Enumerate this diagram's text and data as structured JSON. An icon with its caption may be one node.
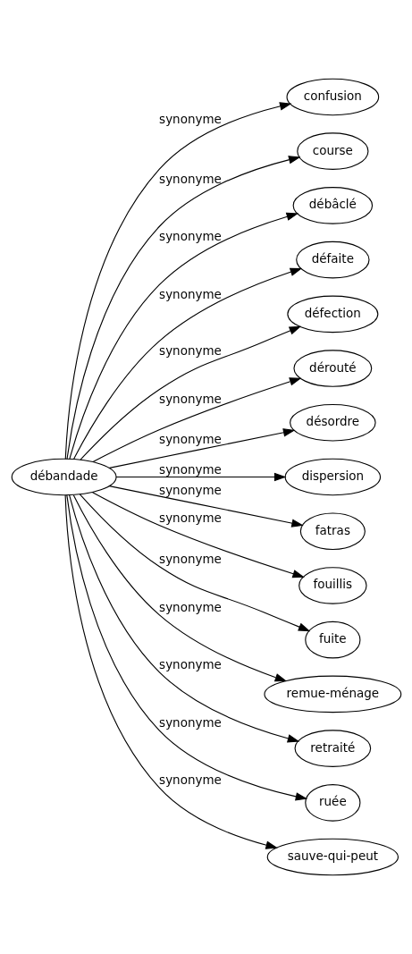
{
  "diagram": {
    "nodes": [
      {
        "text": [
          "débandade"
        ]
      },
      {
        "text": [
          "confusion"
        ]
      },
      {
        "text": [
          "course"
        ]
      },
      {
        "text": [
          "débâclé"
        ]
      },
      {
        "text": [
          "défaite"
        ]
      },
      {
        "text": [
          "défection"
        ]
      },
      {
        "text": [
          "dérouté"
        ]
      },
      {
        "text": [
          "désordre"
        ]
      },
      {
        "text": [
          "dispersion"
        ]
      },
      {
        "text": [
          "fatras"
        ]
      },
      {
        "text": [
          "fouillis"
        ]
      },
      {
        "text": [
          "fuite"
        ]
      },
      {
        "text": [
          "remue-ménage"
        ]
      },
      {
        "text": [
          "retraité"
        ]
      },
      {
        "text": [
          "ruée"
        ]
      },
      {
        "text": [
          "sauve-qui-peut"
        ]
      }
    ],
    "edges": [
      {
        "from": 0,
        "to": 1,
        "arrow": "to",
        "label": "synonyme"
      },
      {
        "from": 0,
        "to": 2,
        "arrow": "to",
        "label": "synonyme"
      },
      {
        "from": 0,
        "to": 3,
        "arrow": "to",
        "label": "synonyme"
      },
      {
        "from": 0,
        "to": 4,
        "arrow": "to",
        "label": "synonyme"
      },
      {
        "from": 0,
        "to": 5,
        "arrow": "to",
        "label": "synonyme"
      },
      {
        "from": 0,
        "to": 6,
        "arrow": "to",
        "label": "synonyme"
      },
      {
        "from": 0,
        "to": 7,
        "arrow": "to",
        "label": "synonyme"
      },
      {
        "from": 0,
        "to": 8,
        "arrow": "to",
        "label": "synonyme"
      },
      {
        "from": 0,
        "to": 9,
        "arrow": "to",
        "label": "synonyme"
      },
      {
        "from": 0,
        "to": 10,
        "arrow": "to",
        "label": "synonyme"
      },
      {
        "from": 0,
        "to": 11,
        "arrow": "to",
        "label": "synonyme"
      },
      {
        "from": 0,
        "to": 12,
        "arrow": "to",
        "label": "synonyme"
      },
      {
        "from": 0,
        "to": 13,
        "arrow": "to",
        "label": "synonyme"
      },
      {
        "from": 0,
        "to": 14,
        "arrow": "to",
        "label": "synonyme"
      },
      {
        "from": 0,
        "to": 15,
        "arrow": "to",
        "label": "synonyme"
      }
    ]
  }
}
